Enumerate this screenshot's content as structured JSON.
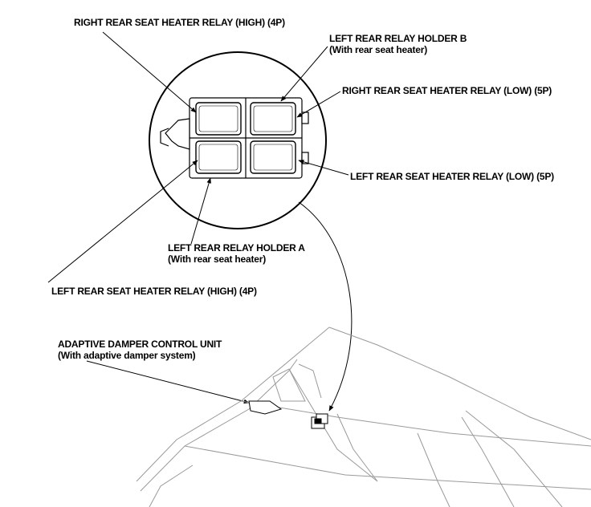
{
  "labels": {
    "right_rear_high": "RIGHT REAR SEAT HEATER RELAY (HIGH) (4P)",
    "holder_b_title": "LEFT REAR RELAY HOLDER B",
    "holder_b_note": "(With rear seat heater)",
    "right_rear_low": "RIGHT REAR SEAT HEATER RELAY (LOW) (5P)",
    "left_rear_low": "LEFT REAR SEAT HEATER RELAY (LOW) (5P)",
    "holder_a_title": "LEFT REAR RELAY HOLDER A",
    "holder_a_note": "(With rear seat heater)",
    "left_rear_high": "LEFT REAR SEAT HEATER RELAY (HIGH) (4P)",
    "damper_title": "ADAPTIVE DAMPER CONTROL UNIT",
    "damper_note": "(With adaptive damper system)"
  }
}
